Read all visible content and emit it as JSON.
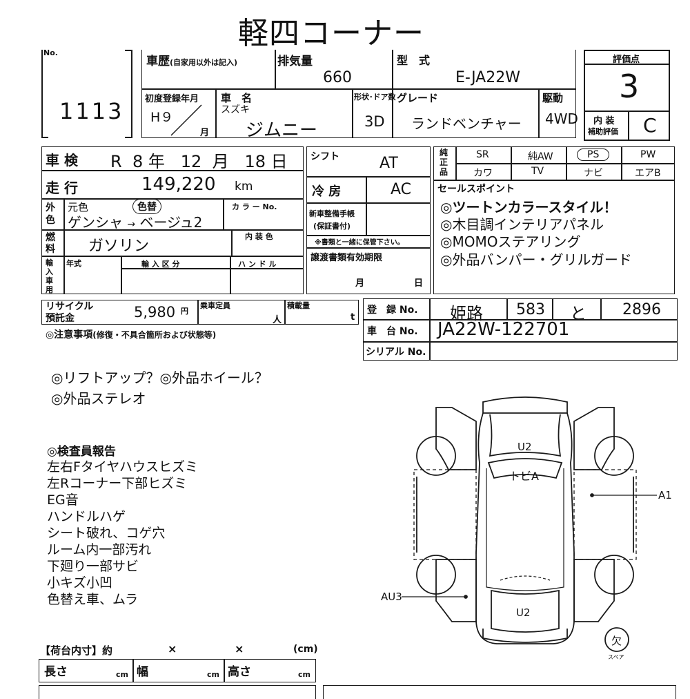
{
  "title": "軽四コーナー",
  "header": {
    "no_label": "No.",
    "lot_number": "1113",
    "history_label": "車歴",
    "history_note": "(自家用以外は記入)",
    "displacement_label": "排気量",
    "displacement_value": "660",
    "model_label": "型　式",
    "model_value": "E-JA22W",
    "first_reg_label": "初度登録年月",
    "first_reg_year": "H９",
    "first_reg_month_unit": "月",
    "car_name_label": "車　名",
    "maker": "スズキ",
    "car_name": "ジムニー",
    "body_doors_label": "形状･ドア数",
    "body_doors_value": "3D",
    "grade_label": "グレード",
    "grade_value": "ランドベンチャー",
    "drive_label": "駆動",
    "drive_value": "4WD",
    "score_label": "評価点",
    "score_value": "3",
    "interior_label": "内 装",
    "interior_sub_label": "補助評価",
    "interior_value": "C"
  },
  "shaken": {
    "label": "車 検",
    "era": "R",
    "year": "8",
    "year_unit": "年",
    "month": "12",
    "month_unit": "月",
    "day": "18",
    "day_unit": "日"
  },
  "mileage": {
    "label": "走 行",
    "value": "149,220",
    "unit": "km"
  },
  "color": {
    "side_label": "外色",
    "original_label": "元色",
    "repaint_label": "色替",
    "color_no_label": "カ ラ ー No.",
    "from_color": "ゲンシャ",
    "arrow": "→",
    "to_color": "ベージュ2"
  },
  "fuel": {
    "label": "燃料",
    "value": "ガソリン",
    "interior_color_label": "内 装 色"
  },
  "import": {
    "label": "輸入車用",
    "year_label": "年式",
    "category_label": "輸 入 区 分",
    "handle_label": "ハ ン ド ル"
  },
  "shift": {
    "label": "シフト",
    "value": "AT"
  },
  "ac": {
    "label": "冷 房",
    "value": "AC"
  },
  "maintenance": {
    "label": "新車整備手帳",
    "sub_label": "(保証書付)",
    "note": "※書類と一緒に保管下さい。"
  },
  "transfer": {
    "label": "譲渡書類有効期限",
    "month_unit": "月",
    "day_unit": "日"
  },
  "equipment": {
    "label": "純正品",
    "row1": [
      "SR",
      "純AW",
      "PS",
      "PW"
    ],
    "row2": [
      "カワ",
      "TV",
      "ナビ",
      "エアB"
    ]
  },
  "sales_points": {
    "label": "セールスポイント",
    "items": [
      "◎ツートンカラースタイル！",
      "◎木目調インテリアパネル",
      "◎MOMOステアリング",
      "◎外品バンパー・グリルガード"
    ]
  },
  "recycle": {
    "label": "リサイクル",
    "label2": "預託金",
    "value": "5,980",
    "unit": "円",
    "capacity_label": "乗車定員",
    "capacity_unit": "人",
    "load_label": "積載量",
    "load_unit": "t"
  },
  "registration": {
    "label": "登　録 No.",
    "region": "姫路",
    "class": "583",
    "kana": "と",
    "number": "2896",
    "chassis_label": "車　台 No.",
    "chassis_value": "JA22W-122701",
    "serial_label": "シリアル No."
  },
  "notes": {
    "label": "◎注意事項",
    "label_note": "(修復・不具合箇所および状態等)",
    "items": [
      "◎リフトアップ？◎外品ホイール？",
      "◎外品ステレオ"
    ]
  },
  "inspector": {
    "label": "◎検査員報告",
    "items": [
      "左右Fタイヤハウスヒズミ",
      "左Rコーナー下部ヒズミ",
      "EG音",
      "ハンドルハゲ",
      "シート破れ、コゲ穴",
      "ルーム内一部汚れ",
      "下廻り一部サビ",
      "小キズ小凹",
      "色替え車、ムラ"
    ]
  },
  "diagram": {
    "top_mark": "U2",
    "roof_mark": "トビA",
    "right_mark": "A1",
    "left_mark": "AU3",
    "bottom_mark": "U2",
    "spare_mark": "欠",
    "spare_label": "スペア"
  },
  "cargo": {
    "label": "【荷台内寸】約",
    "x1": "×",
    "x2": "×",
    "unit": "(cm)",
    "length_label": "長さ",
    "width_label": "幅",
    "height_label": "高さ",
    "cm": "cm"
  }
}
